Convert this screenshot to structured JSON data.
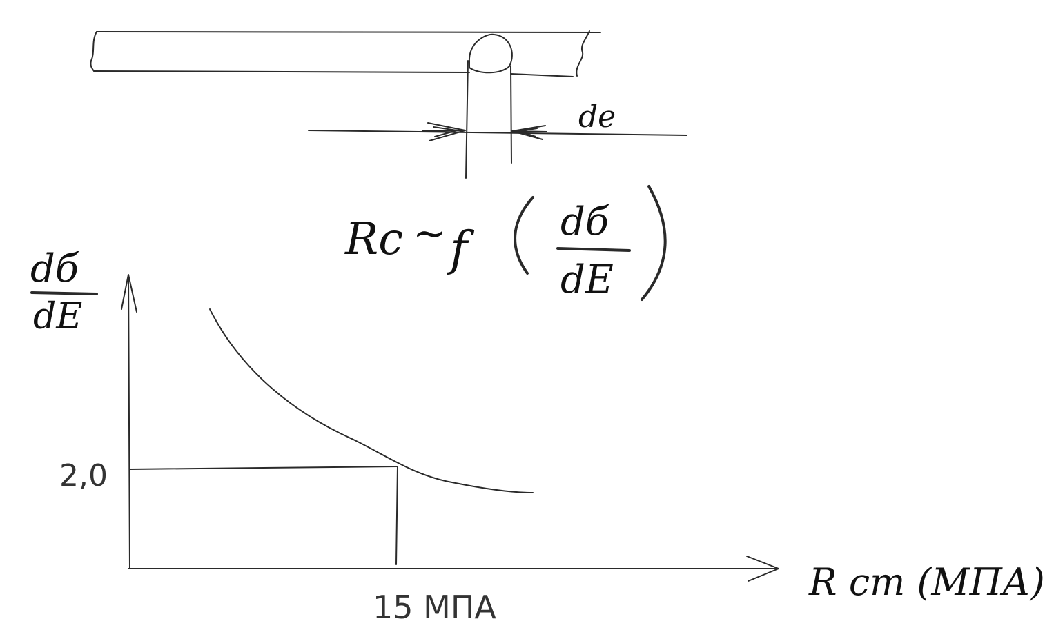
{
  "diagram": {
    "gap_label": "de",
    "formula": {
      "lhs": "Rc",
      "relation": "~",
      "func": "f",
      "numerator": "dб",
      "denominator": "dE"
    },
    "ylabel_numerator": "dб",
    "ylabel_denominator": "dE",
    "xlabel": "R cm (МПА)",
    "y_marker_label": "2,0",
    "x_marker_label": "15 МПА",
    "ink_color": "#2a2a2a"
  }
}
